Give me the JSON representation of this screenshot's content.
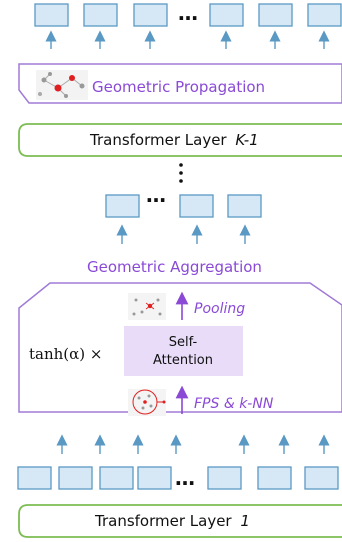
{
  "labels": {
    "geometric_propagation": "Geometric Propagation",
    "transformer_layer_top": "Transformer Layer",
    "transformer_layer_top_index": "K-1",
    "ellipsis": "…",
    "geometric_aggregation": "Geometric Aggregation",
    "pooling": "Pooling",
    "tanh_formula": "tanh(α) ×",
    "self_attention_line1": "Self-",
    "self_attention_line2": "Attention",
    "fps_knn": "FPS & k-NN",
    "transformer_layer_bottom": "Transformer Layer",
    "transformer_layer_bottom_index": "1"
  },
  "colors": {
    "token_fill": "#d6e8f6",
    "token_stroke": "#5a99c4",
    "arrow": "#5a99c4",
    "purple_text": "#8a4ad6",
    "purple_border": "#a07ad6",
    "green_border": "#7cbd52",
    "attention_fill": "#e8dcf8"
  },
  "icons": [
    "point-cloud-graph-icon",
    "pooled-points-icon",
    "sampled-points-icon"
  ]
}
